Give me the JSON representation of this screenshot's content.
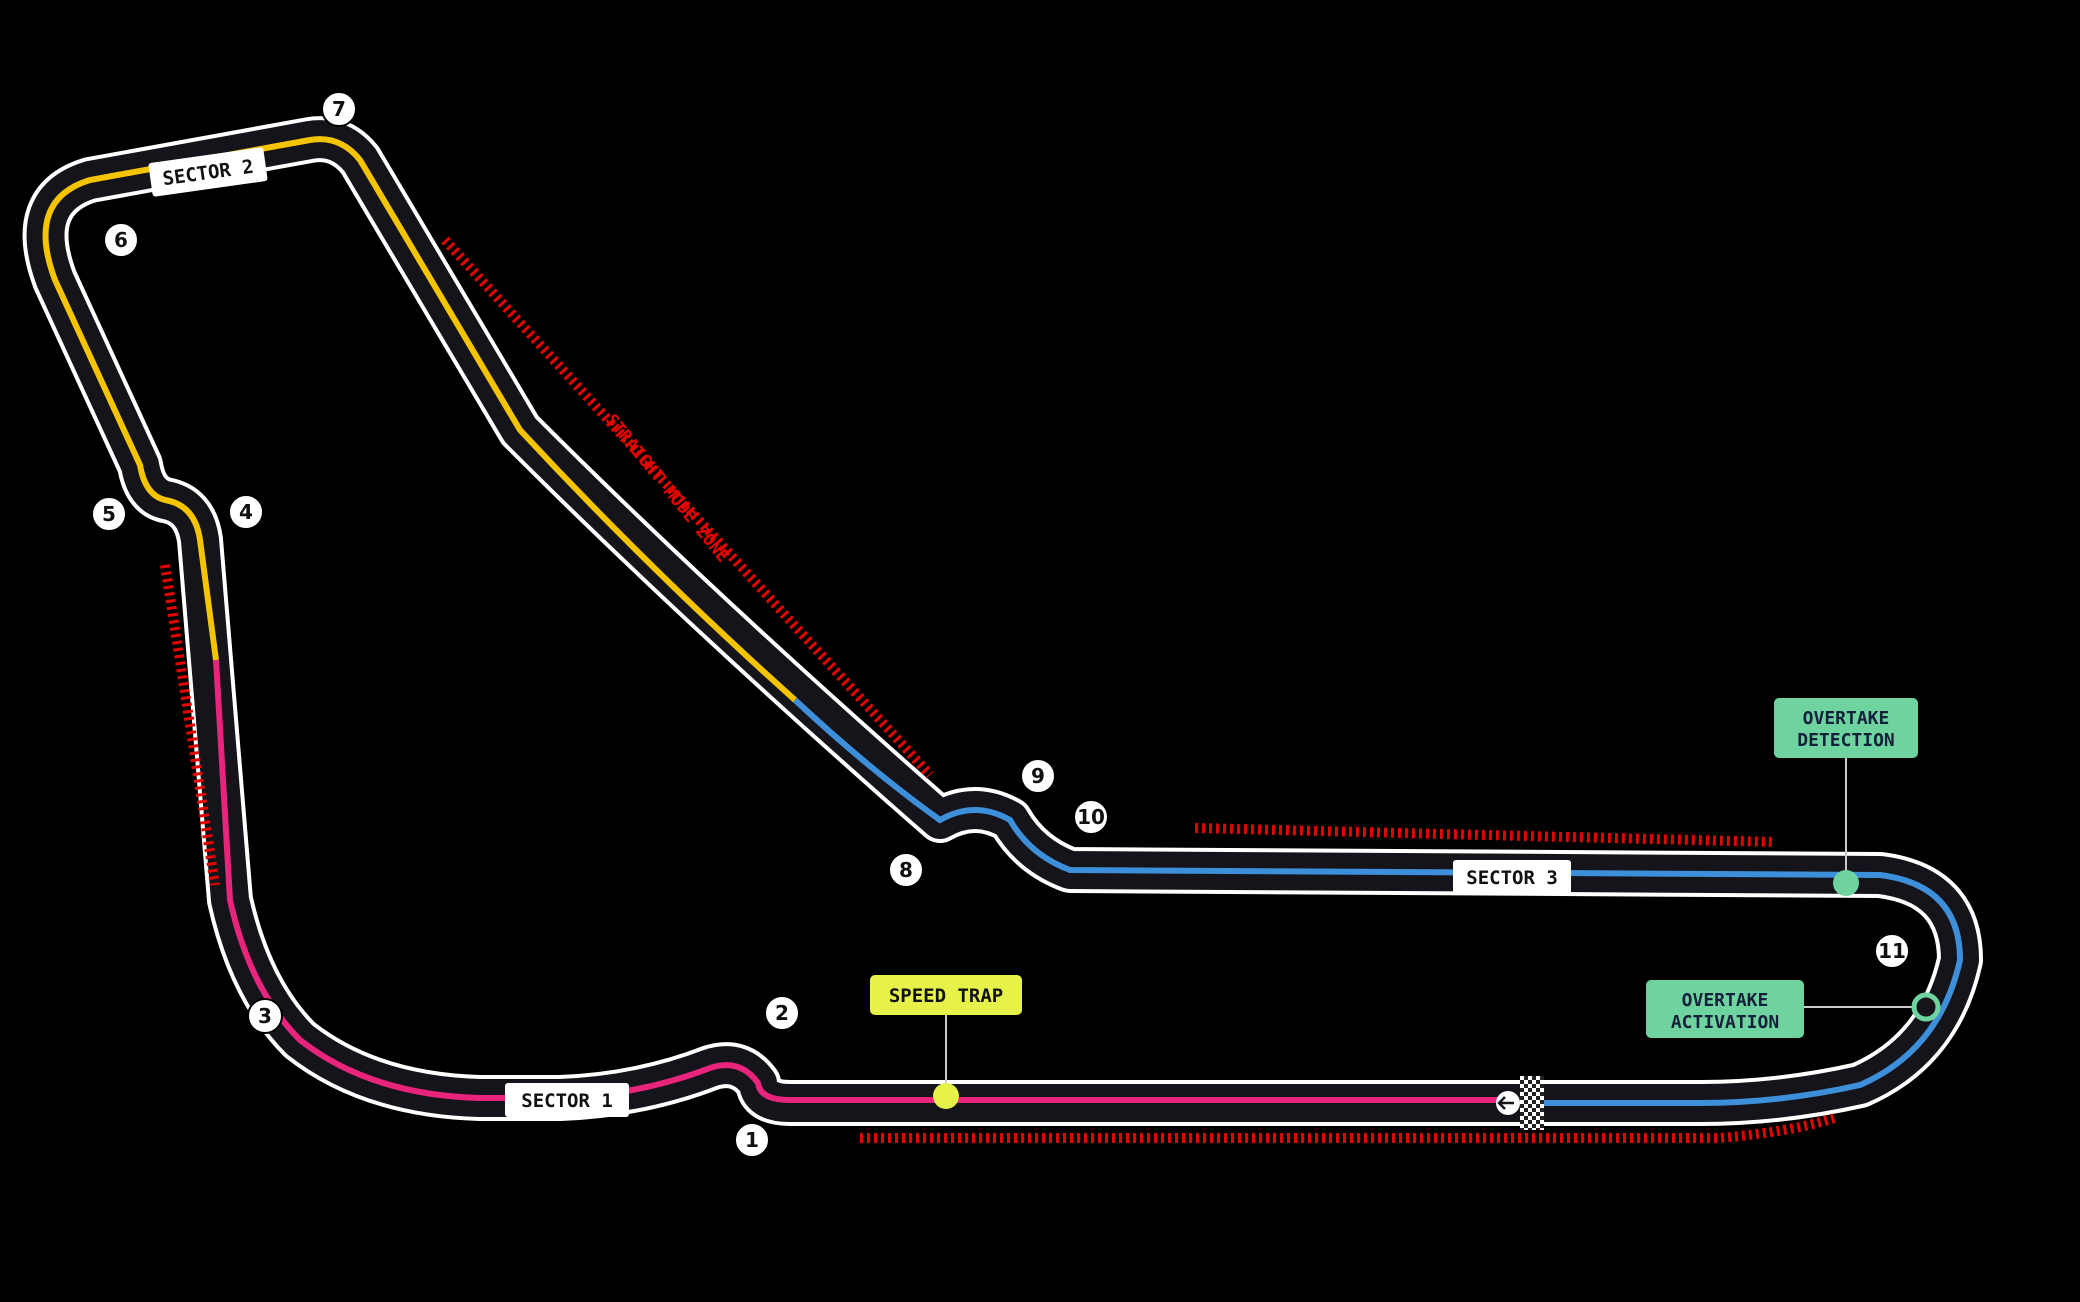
{
  "circuit": {
    "sectors": [
      {
        "label": "SECTOR 1",
        "color": "#e8247c"
      },
      {
        "label": "SECTOR 2",
        "color": "#f5c400"
      },
      {
        "label": "SECTOR 3",
        "color": "#3d8fd9"
      }
    ],
    "corners": [
      "1",
      "2",
      "3",
      "4",
      "5",
      "6",
      "7",
      "8",
      "9",
      "10",
      "11"
    ],
    "straight_mode_zone": "STRAIGHT MODE ZONE",
    "speed_trap": {
      "label": "SPEED TRAP",
      "color": "#e6f24a"
    },
    "overtake_detection": {
      "line1": "OVERTAKE",
      "line2": "DETECTION",
      "color": "#6fd3a0"
    },
    "overtake_activation": {
      "line1": "OVERTAKE",
      "line2": "ACTIVATION",
      "color": "#6fd3a0"
    },
    "finish_line_icon": "checkered-flag-icon",
    "direction_icon": "left-arrow-icon",
    "zone_color": "#e10600"
  }
}
